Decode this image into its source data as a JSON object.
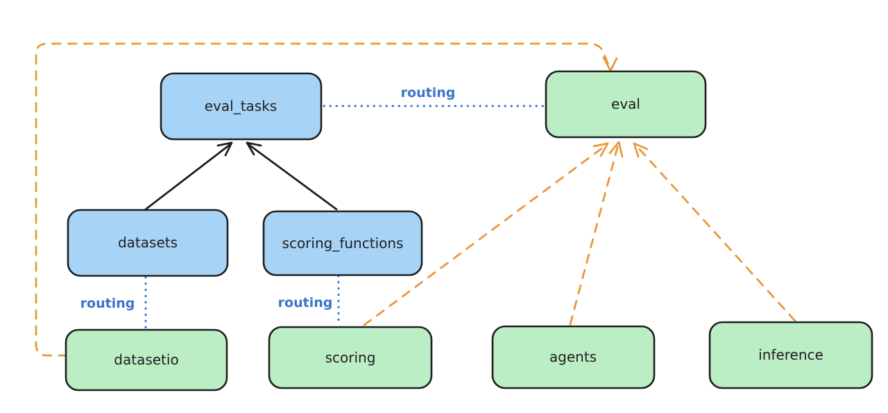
{
  "diagram": {
    "nodes": [
      {
        "id": "eval_tasks",
        "label": "eval_tasks",
        "fill": "#a7d3f7",
        "kind": "resource"
      },
      {
        "id": "eval",
        "label": "eval",
        "fill": "#bceec6",
        "kind": "api"
      },
      {
        "id": "datasets",
        "label": "datasets",
        "fill": "#a7d3f7",
        "kind": "resource"
      },
      {
        "id": "scoring_functions",
        "label": "scoring_functions",
        "fill": "#a7d3f7",
        "kind": "resource"
      },
      {
        "id": "datasetio",
        "label": "datasetio",
        "fill": "#bceec6",
        "kind": "api"
      },
      {
        "id": "scoring",
        "label": "scoring",
        "fill": "#bceec6",
        "kind": "api"
      },
      {
        "id": "agents",
        "label": "agents",
        "fill": "#bceec6",
        "kind": "api"
      },
      {
        "id": "inference",
        "label": "inference",
        "fill": "#bceec6",
        "kind": "api"
      }
    ],
    "routing_labels": [
      "routing",
      "routing",
      "routing"
    ],
    "edges": [
      {
        "from": "datasets",
        "to": "eval_tasks",
        "style": "solid-arrow",
        "color": "#1e1e1e"
      },
      {
        "from": "scoring_functions",
        "to": "eval_tasks",
        "style": "solid-arrow",
        "color": "#1e1e1e"
      },
      {
        "from": "eval_tasks",
        "to": "eval",
        "style": "dotted",
        "color": "#3b73cb",
        "label": "routing"
      },
      {
        "from": "datasets",
        "to": "datasetio",
        "style": "dotted",
        "color": "#3b73cb",
        "label": "routing"
      },
      {
        "from": "scoring_functions",
        "to": "scoring",
        "style": "dotted",
        "color": "#3b73cb",
        "label": "routing"
      },
      {
        "from": "scoring",
        "to": "eval",
        "style": "dashed-arrow",
        "color": "#e9973d"
      },
      {
        "from": "agents",
        "to": "eval",
        "style": "dashed-arrow",
        "color": "#e9973d"
      },
      {
        "from": "inference",
        "to": "eval",
        "style": "dashed-arrow",
        "color": "#e9973d"
      },
      {
        "from": "datasetio",
        "to": "eval",
        "style": "dashed-arrow",
        "color": "#e9973d"
      }
    ],
    "colors": {
      "node_blue": "#a7d3f7",
      "node_green": "#bceec6",
      "stroke": "#1e1e1e",
      "routing_blue": "#3b73cb",
      "orange": "#e9973d",
      "background": "#ffffff"
    }
  }
}
